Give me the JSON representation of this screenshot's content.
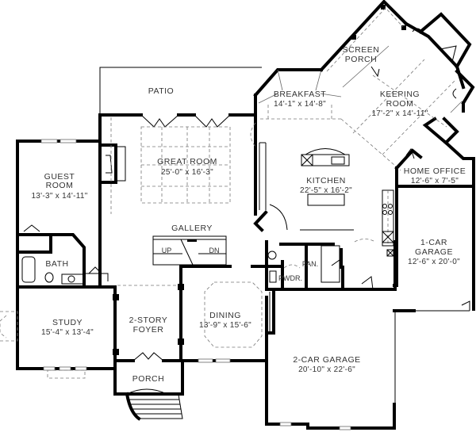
{
  "plan": {
    "rooms": [
      {
        "id": "patio",
        "name": "PATIO",
        "dims": ""
      },
      {
        "id": "great-room",
        "name": "GREAT ROOM",
        "dims": "25'-0\" x 16'-3\""
      },
      {
        "id": "guest-room",
        "name_line1": "GUEST",
        "name_line2": "ROOM",
        "dims": "13'-3\" x 14'-11\""
      },
      {
        "id": "breakfast",
        "name": "BREAKFAST",
        "dims": "14'-1\" x 14'-8\""
      },
      {
        "id": "screen-porch",
        "name_line1": "SCREEN",
        "name_line2": "PORCH",
        "dims": ""
      },
      {
        "id": "keeping-room",
        "name_line1": "KEEPING",
        "name_line2": "ROOM",
        "dims": "17'-2\" x 14'-11\""
      },
      {
        "id": "kitchen",
        "name": "KITCHEN",
        "dims": "22'-5\" x 16'-2\""
      },
      {
        "id": "home-office",
        "name": "HOME OFFICE",
        "dims": "12'-6\" x 7'-5\""
      },
      {
        "id": "gallery",
        "name": "GALLERY",
        "dims": ""
      },
      {
        "id": "bath",
        "name": "BATH",
        "dims": ""
      },
      {
        "id": "study",
        "name": "STUDY",
        "dims": "15'-4\" x 13'-4\""
      },
      {
        "id": "foyer",
        "name_line1": "2-STORY",
        "name_line2": "FOYER",
        "dims": ""
      },
      {
        "id": "dining",
        "name": "DINING",
        "dims": "13'-9\" x 15'-6\""
      },
      {
        "id": "porch",
        "name": "PORCH",
        "dims": ""
      },
      {
        "id": "pantry",
        "name": "PAN.",
        "dims": ""
      },
      {
        "id": "powder",
        "name": "PWDR.",
        "dims": ""
      },
      {
        "id": "garage-1",
        "name_line1": "1-CAR",
        "name_line2": "GARAGE",
        "dims": "12'-6\" x 20'-0\""
      },
      {
        "id": "garage-2",
        "name": "2-CAR GARAGE",
        "dims": "20'-10\" x 22'-6\""
      }
    ],
    "stairs": {
      "up_label": "UP",
      "down_label": "DN"
    }
  }
}
